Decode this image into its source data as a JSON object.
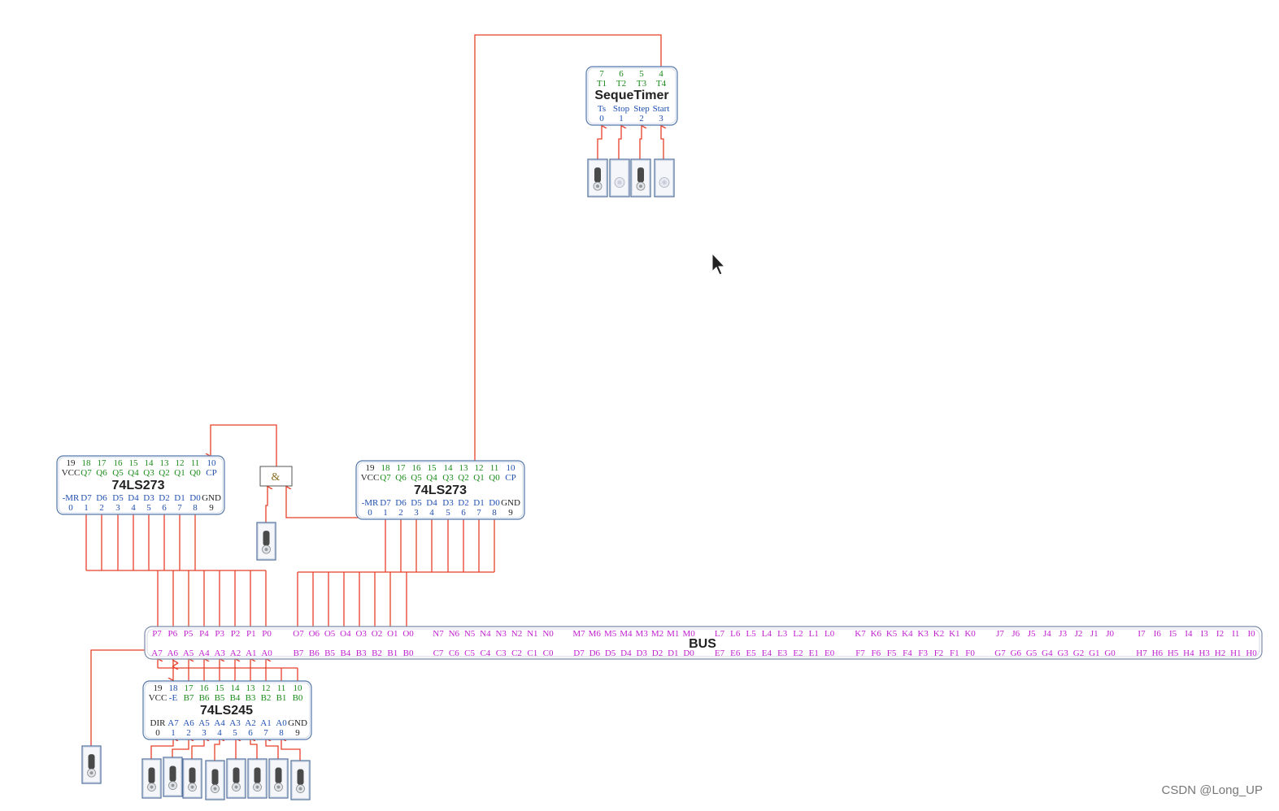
{
  "colors": {
    "wire": "#e8402a",
    "green": "#1a8a1a",
    "blue": "#1f4fb0",
    "magenta": "#c020d0",
    "dark": "#222222",
    "border": "#5577aa"
  },
  "timer": {
    "name": "SequeTimer",
    "topNums": [
      "7",
      "6",
      "5",
      "4"
    ],
    "topLabels": [
      "T1",
      "T2",
      "T3",
      "T4"
    ],
    "botLabels": [
      "Ts",
      "Stop",
      "Step",
      "Start"
    ],
    "botNums": [
      "0",
      "1",
      "2",
      "3"
    ]
  },
  "reg273": {
    "name": "74LS273",
    "topNums": [
      "19",
      "18",
      "17",
      "16",
      "15",
      "14",
      "13",
      "12",
      "11",
      "10"
    ],
    "topLabels": [
      "VCC",
      "Q7",
      "Q6",
      "Q5",
      "Q4",
      "Q3",
      "Q2",
      "Q1",
      "Q0",
      "CP"
    ],
    "botLabels": [
      "-MR",
      "D7",
      "D6",
      "D5",
      "D4",
      "D3",
      "D2",
      "D1",
      "D0",
      "GND"
    ],
    "botNums": [
      "0",
      "1",
      "2",
      "3",
      "4",
      "5",
      "6",
      "7",
      "8",
      "9"
    ]
  },
  "buf245": {
    "name": "74LS245",
    "topNums": [
      "19",
      "18",
      "17",
      "16",
      "15",
      "14",
      "13",
      "12",
      "11",
      "10"
    ],
    "topLabels": [
      "VCC",
      "-E",
      "B7",
      "B6",
      "B5",
      "B4",
      "B3",
      "B2",
      "B1",
      "B0"
    ],
    "botLabels": [
      "DIR",
      "A7",
      "A6",
      "A5",
      "A4",
      "A3",
      "A2",
      "A1",
      "A0",
      "GND"
    ],
    "botNums": [
      "0",
      "1",
      "2",
      "3",
      "4",
      "5",
      "6",
      "7",
      "8",
      "9"
    ]
  },
  "andGate": {
    "symbol": "&"
  },
  "bus": {
    "title": "BUS",
    "top": [
      [
        "P7",
        "P6",
        "P5",
        "P4",
        "P3",
        "P2",
        "P1",
        "P0"
      ],
      [
        "O7",
        "O6",
        "O5",
        "O4",
        "O3",
        "O2",
        "O1",
        "O0"
      ],
      [
        "N7",
        "N6",
        "N5",
        "N4",
        "N3",
        "N2",
        "N1",
        "N0"
      ],
      [
        "M7",
        "M6",
        "M5",
        "M4",
        "M3",
        "M2",
        "M1",
        "M0"
      ],
      [
        "L7",
        "L6",
        "L5",
        "L4",
        "L3",
        "L2",
        "L1",
        "L0"
      ],
      [
        "K7",
        "K6",
        "K5",
        "K4",
        "K3",
        "K2",
        "K1",
        "K0"
      ],
      [
        "J7",
        "J6",
        "J5",
        "J4",
        "J3",
        "J2",
        "J1",
        "J0"
      ],
      [
        "I7",
        "I6",
        "I5",
        "I4",
        "I3",
        "I2",
        "I1",
        "I0"
      ]
    ],
    "bottom": [
      [
        "A7",
        "A6",
        "A5",
        "A4",
        "A3",
        "A2",
        "A1",
        "A0"
      ],
      [
        "B7",
        "B6",
        "B5",
        "B4",
        "B3",
        "B2",
        "B1",
        "B0"
      ],
      [
        "C7",
        "C6",
        "C5",
        "C4",
        "C3",
        "C2",
        "C1",
        "C0"
      ],
      [
        "D7",
        "D6",
        "D5",
        "D4",
        "D3",
        "D2",
        "D1",
        "D0"
      ],
      [
        "E7",
        "E6",
        "E5",
        "E4",
        "E3",
        "E2",
        "E1",
        "E0"
      ],
      [
        "F7",
        "F6",
        "F5",
        "F4",
        "F3",
        "F2",
        "F1",
        "F0"
      ],
      [
        "G7",
        "G6",
        "G5",
        "G4",
        "G3",
        "G2",
        "G1",
        "G0"
      ],
      [
        "H7",
        "H6",
        "H5",
        "H4",
        "H3",
        "H2",
        "H1",
        "H0"
      ]
    ]
  },
  "switches": {
    "timer": [
      "on",
      "off",
      "on",
      "off"
    ],
    "andIn": "on",
    "dir": "on",
    "data": [
      "on",
      "on",
      "on",
      "on",
      "on",
      "on",
      "on",
      "on"
    ]
  },
  "watermark": "CSDN @Long_UP"
}
